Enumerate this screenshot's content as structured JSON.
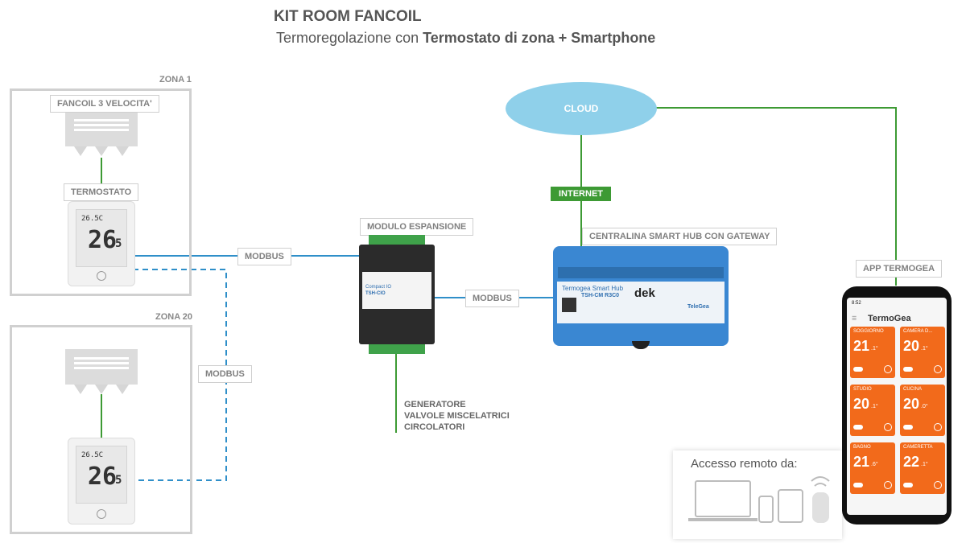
{
  "header": {
    "title": "KIT ROOM FANCOIL",
    "subtitle_plain": "Termoregolazione con ",
    "subtitle_bold": "Termostato di zona + Smartphone"
  },
  "zones": [
    {
      "title": "ZONA 1",
      "fancoil_label": "FANCOIL 3 VELOCITA'",
      "thermostat_label": "TERMOSTATO"
    },
    {
      "title": "ZONA 20"
    }
  ],
  "thermostat_display": {
    "small": "26.5C",
    "big": "26",
    "decimal": "5"
  },
  "links": {
    "modbus_1": "MODBUS",
    "modbus_2": "MODBUS",
    "modbus_3": "MODBUS",
    "internet": "INTERNET"
  },
  "modules": {
    "expansion_label": "MODULO ESPANSIONE",
    "expansion_brand": "Compact IO",
    "expansion_model": "TSH-CIO",
    "hub_label": "CENTRALINA SMART HUB CON GATEWAY",
    "hub_name": "Termogea Smart Hub",
    "hub_model": "TSH-CM R3C0",
    "hub_maker": "dek",
    "hub_brand": "TeleGea"
  },
  "cloud": {
    "label": "CLOUD"
  },
  "generator": {
    "lines": [
      "GENERATORE",
      "VALVOLE MISCELATRICI",
      "CIRCOLATORI"
    ]
  },
  "app": {
    "label": "APP TERMOGEA",
    "time": "8:52",
    "brand": "TermoGea",
    "rooms": [
      {
        "name": "SOGGIORNO",
        "temp": "21",
        "dec": ".1°"
      },
      {
        "name": "CAMERA D...",
        "temp": "20",
        "dec": ".1°"
      },
      {
        "name": "STUDIO",
        "temp": "20",
        "dec": ".1°"
      },
      {
        "name": "CUCINA",
        "temp": "20",
        "dec": ".0°"
      },
      {
        "name": "BAGNO",
        "temp": "21",
        "dec": ".6°"
      },
      {
        "name": "CAMERETTA",
        "temp": "22",
        "dec": ".1°"
      }
    ]
  },
  "remote": {
    "title": "Accesso remoto da:"
  },
  "colors": {
    "green_line": "#3d9a34",
    "blue_line": "#2f8fc9",
    "cloud": "#8fd0ea",
    "hub": "#3a87d2",
    "tile": "#f26a1b"
  }
}
